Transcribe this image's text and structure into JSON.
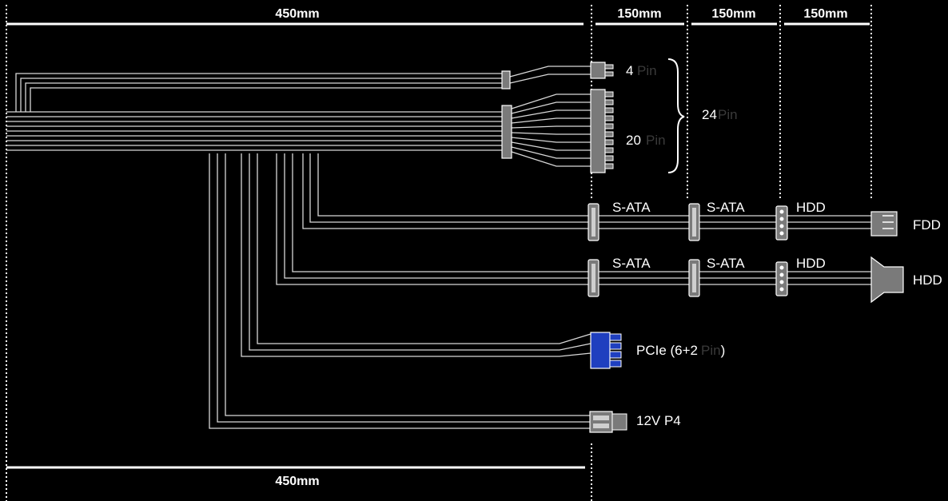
{
  "dimensions": {
    "top_main": "450mm",
    "top_seg1": "150mm",
    "top_seg2": "150mm",
    "top_seg3": "150mm",
    "bottom_main": "450mm"
  },
  "connectors": {
    "atx4_num": "4",
    "atx4_unit": "Pin",
    "atx20_num": "20",
    "atx20_unit": "Pin",
    "atx24_num": "24",
    "atx24_unit": "Pin",
    "row1": [
      "S-ATA",
      "S-ATA",
      "HDD",
      "FDD"
    ],
    "row2": [
      "S-ATA",
      "S-ATA",
      "HDD",
      "HDD"
    ],
    "pcie_prefix": "PCIe (6+2",
    "pcie_unit": "Pin",
    "pcie_suffix": ")",
    "p4": "12V P4"
  },
  "colors": {
    "background": "#000000",
    "wire": "#d8d8d8",
    "connector": "#7a7a7a",
    "pcie": "#1f3fbf"
  }
}
